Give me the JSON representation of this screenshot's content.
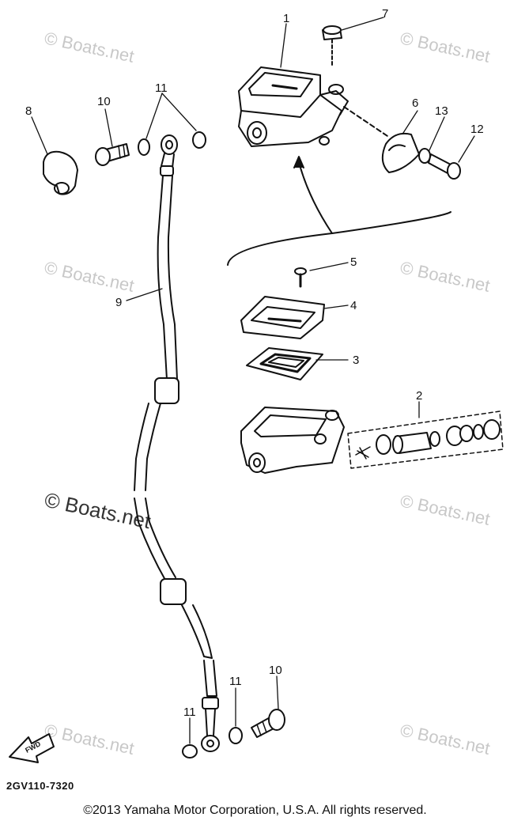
{
  "watermarks": [
    "© Boats.net",
    "© Boats.net",
    "© Boats.net",
    "© Boats.net",
    "© Boats.net",
    "© Boats.net",
    "© Boats.net",
    "© Boats.net"
  ],
  "part_labels": {
    "p1": "1",
    "p2": "2",
    "p3": "3",
    "p4": "4",
    "p5": "5",
    "p6": "6",
    "p7": "7",
    "p8": "8",
    "p9": "9",
    "p10_top": "10",
    "p10_bottom": "10",
    "p11_top": "11",
    "p11_bottom_a": "11",
    "p11_bottom_b": "11",
    "p12": "12",
    "p13": "13"
  },
  "fwd_label": "FWD",
  "diagram_code": "2GV110-7320",
  "copyright": "©2013 Yamaha Motor Corporation, U.S.A. All rights reserved."
}
